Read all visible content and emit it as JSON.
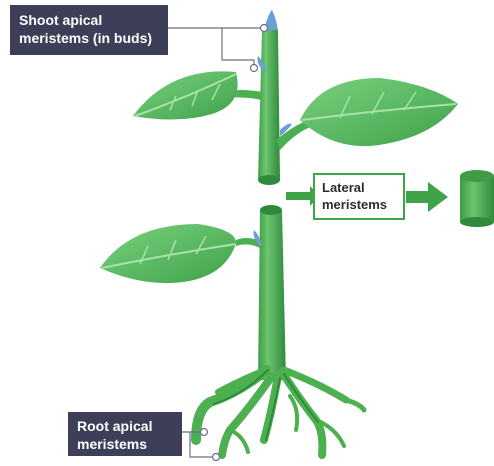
{
  "labels": {
    "shoot": [
      "Shoot apical",
      "meristems (in buds)"
    ],
    "lateral": [
      "Lateral",
      "meristems"
    ],
    "root": [
      "Root apical",
      "meristems"
    ]
  },
  "colors": {
    "stem": "#4cb050",
    "stem_dark": "#2f8a3c",
    "stem_light": "#7fd07f",
    "leaf": "#5cc267",
    "leaf_dark": "#3a9a48",
    "bud": "#6a9fd8",
    "label_bg": "#3c3f57",
    "arrow": "#3fa34a",
    "leader": "#6b6f86"
  }
}
